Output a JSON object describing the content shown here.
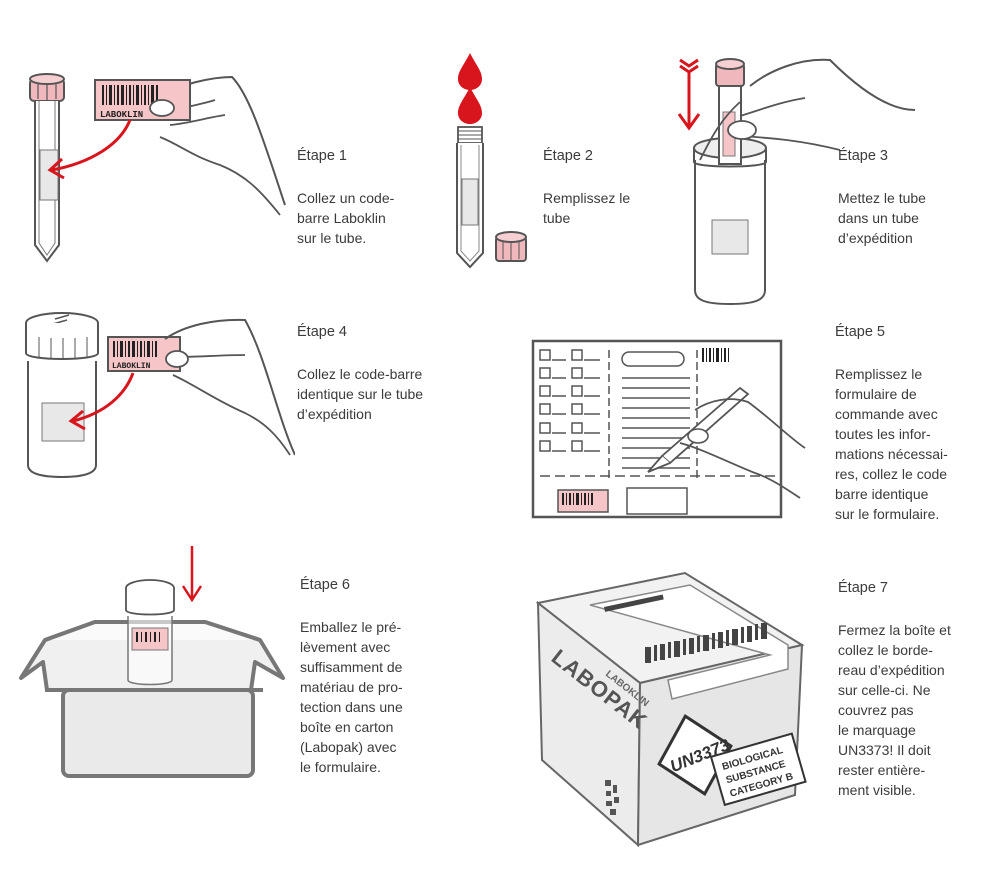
{
  "colors": {
    "accent_red": "#d8141c",
    "cap_pink": "#f0b7bc",
    "label_pink": "#f6c5c8",
    "line_gray": "#555555",
    "text": "#3b3b3b"
  },
  "steps": [
    {
      "title": "Étape 1",
      "body": "Collez un code-\nbarre Laboklin\nsur le tube."
    },
    {
      "title": "Étape 2",
      "body": "Remplissez le\ntube"
    },
    {
      "title": "Étape 3",
      "body": "Mettez le tube\ndans un tube\nd’expédition"
    },
    {
      "title": "Étape 4",
      "body": "Collez le code-barre\nidentique sur le tube\nd’expédition"
    },
    {
      "title": "Étape 5",
      "body": "Remplissez le\nformulaire de\ncommande avec\ntoutes les infor-\nmations nécessai-\nres, collez le code\nbarre identique\nsur le formulaire."
    },
    {
      "title": "Étape 6",
      "body": "Emballez le pré-\nlèvement avec\nsuffisamment de\nmatériau de pro-\ntection dans une\nboîte en carton\n(Labopak) avec\nle formulaire."
    },
    {
      "title": "Étape 7",
      "body": "Fermez la boîte et\ncollez le borde-\nreau d’expédition\nsur celle-ci. Ne\ncouvrez pas\nle marquage\nUN3373! Il doit\nrester entière-\nment visible."
    }
  ],
  "labels": {
    "barcode_brand": "LABOKLIN",
    "box_brand": "LABOPAK",
    "box_side_brand": "LABOKLIN",
    "un_marking": "UN3373",
    "biological_line1": "BIOLOGICAL",
    "biological_line2": "SUBSTANCE",
    "biological_line3": "CATEGORY B"
  }
}
